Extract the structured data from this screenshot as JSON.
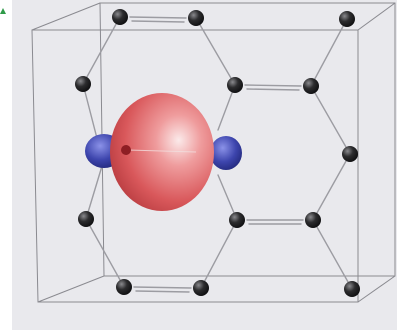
{
  "figure": {
    "background_color": "#e9e9ed",
    "cell_edge_color": "#8a8a90",
    "bond_color": "#9c9ca2",
    "atom_color": "#1c1c1e",
    "orbital_positive_color": "#e06264",
    "orbital_negative_color": "#3a40a8",
    "corner_mark_color": "#2e9a48",
    "atom_count": 16,
    "orbital_lobes": [
      "positive-lobe",
      "negative-lobe-left",
      "negative-lobe-right"
    ]
  }
}
